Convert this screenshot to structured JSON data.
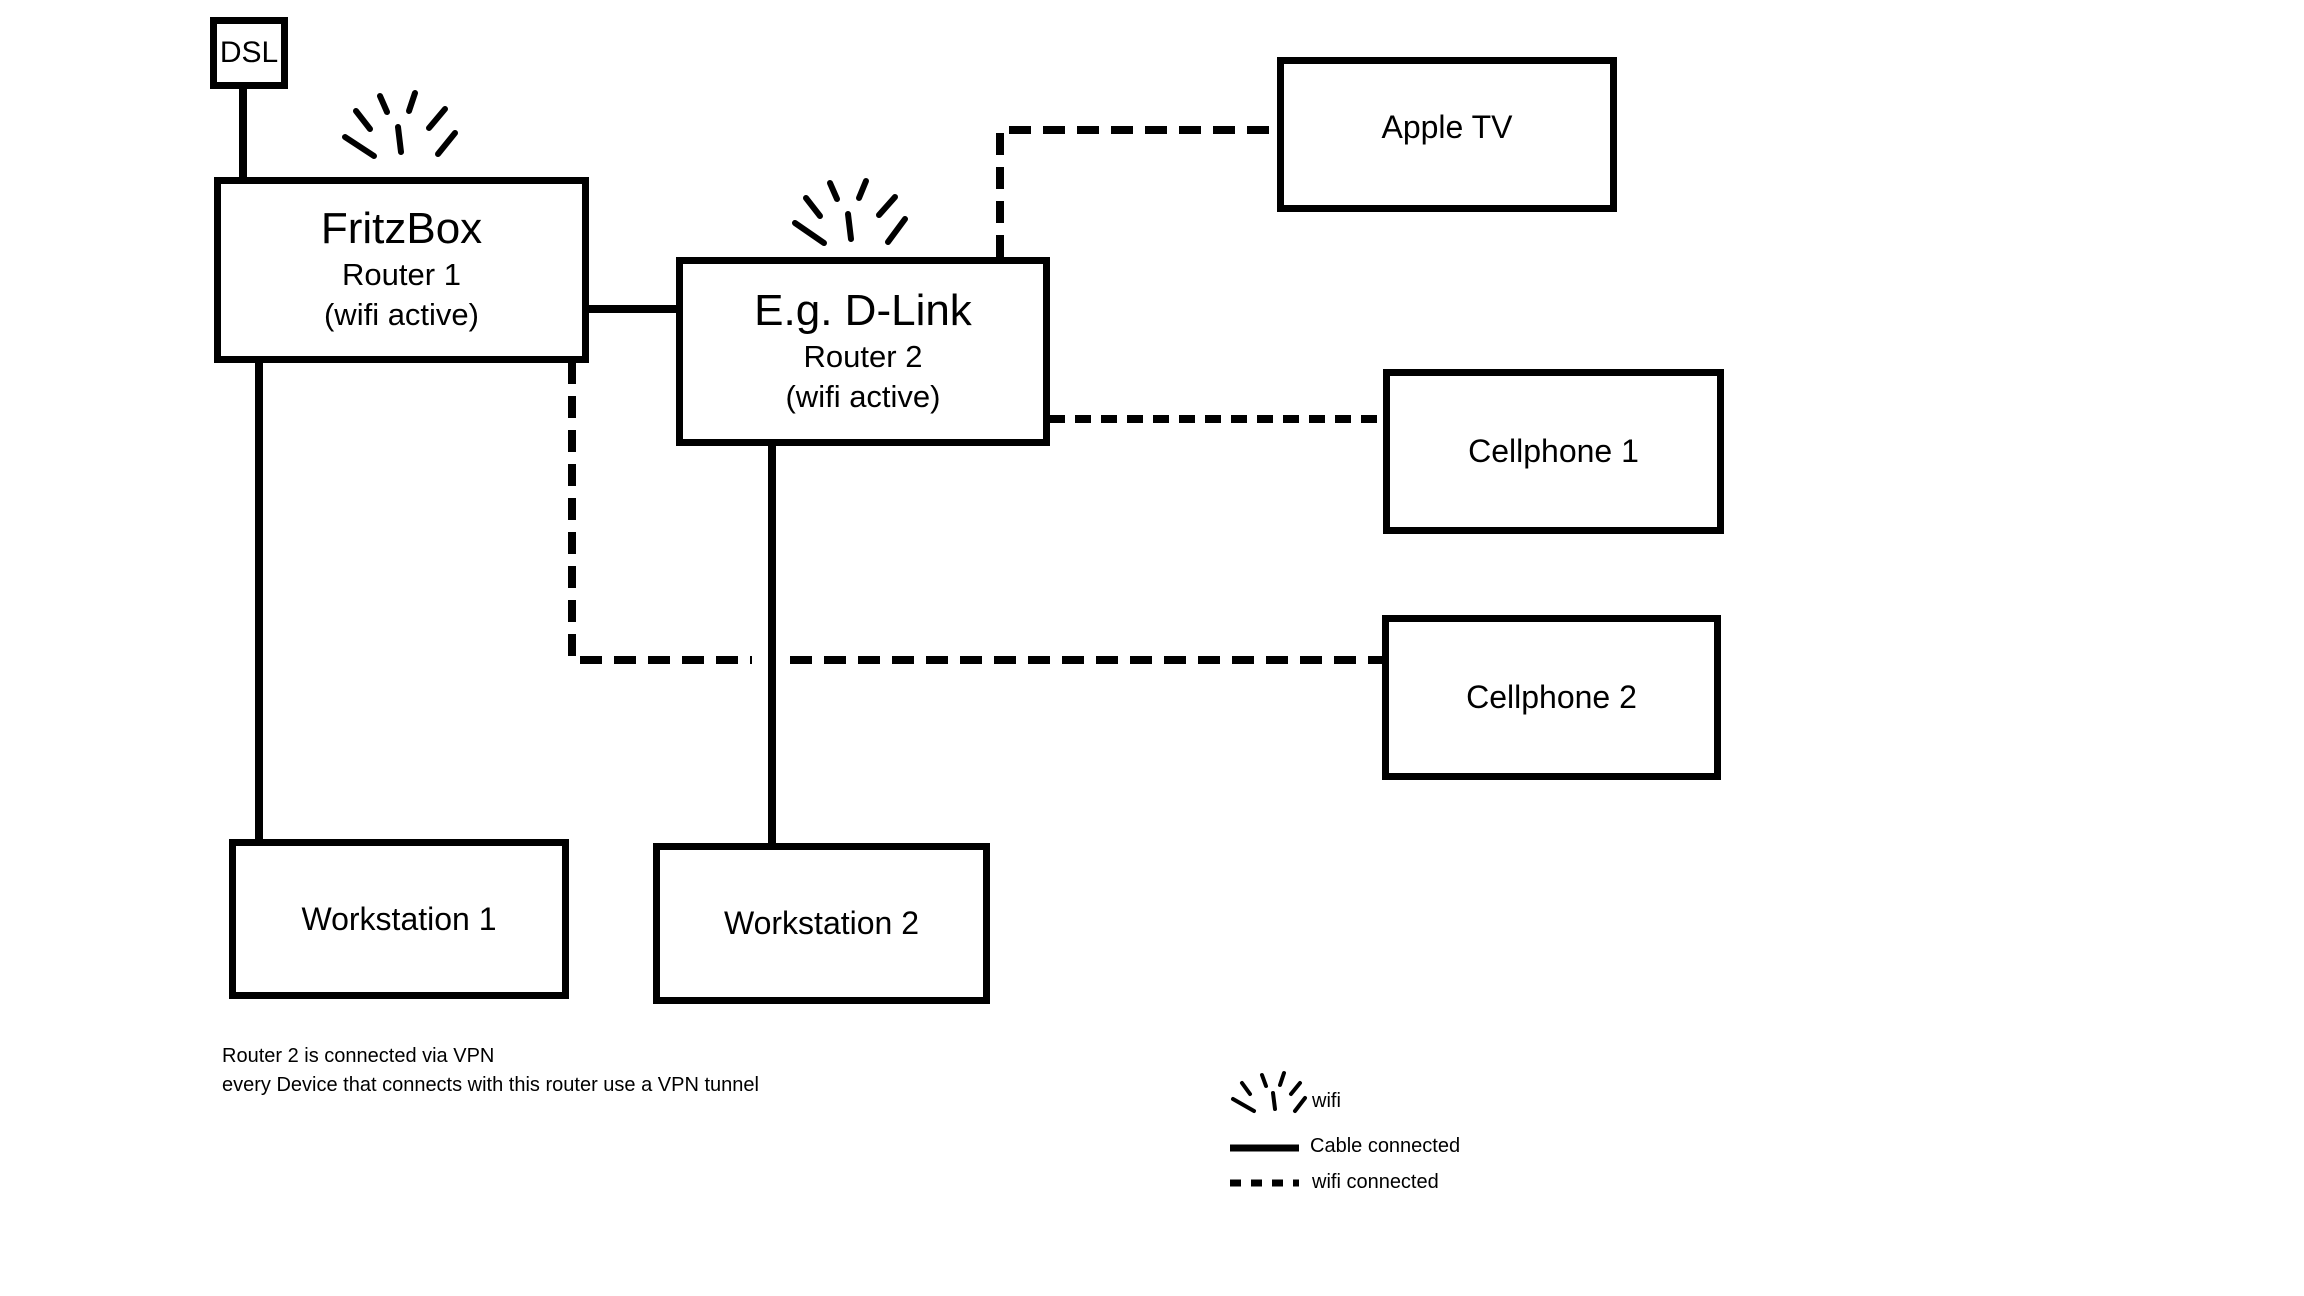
{
  "diagram": {
    "nodes": {
      "dsl": {
        "title": "DSL"
      },
      "fritzbox": {
        "title": "FritzBox",
        "subtitle": "Router 1",
        "note": "(wifi active)"
      },
      "dlink": {
        "title": "E.g. D-Link",
        "subtitle": "Router 2",
        "note": "(wifi active)"
      },
      "appletv": {
        "title": "Apple TV"
      },
      "cellphone1": {
        "title": "Cellphone 1"
      },
      "cellphone2": {
        "title": "Cellphone 2"
      },
      "workstation1": {
        "title": "Workstation 1"
      },
      "workstation2": {
        "title": "Workstation 2"
      }
    },
    "connections": [
      {
        "from": "DSL",
        "to": "FritzBox",
        "type": "cable"
      },
      {
        "from": "FritzBox",
        "to": "E.g. D-Link",
        "type": "cable"
      },
      {
        "from": "FritzBox",
        "to": "Workstation 1",
        "type": "cable"
      },
      {
        "from": "E.g. D-Link",
        "to": "Workstation 2",
        "type": "cable"
      },
      {
        "from": "E.g. D-Link",
        "to": "Apple TV",
        "type": "wifi"
      },
      {
        "from": "E.g. D-Link",
        "to": "Cellphone 1",
        "type": "wifi"
      },
      {
        "from": "FritzBox",
        "to": "Cellphone 2",
        "type": "wifi"
      }
    ],
    "wifi_emitters": [
      "FritzBox",
      "E.g. D-Link"
    ]
  },
  "annotation": {
    "line1": "Router 2 is connected via VPN",
    "line2": "every Device that connects with this router use a VPN tunnel"
  },
  "legend": {
    "wifi": "wifi",
    "cable": "Cable connected",
    "wifi_connected": "wifi connected"
  },
  "colors": {
    "stroke": "#000000",
    "background": "#ffffff"
  }
}
